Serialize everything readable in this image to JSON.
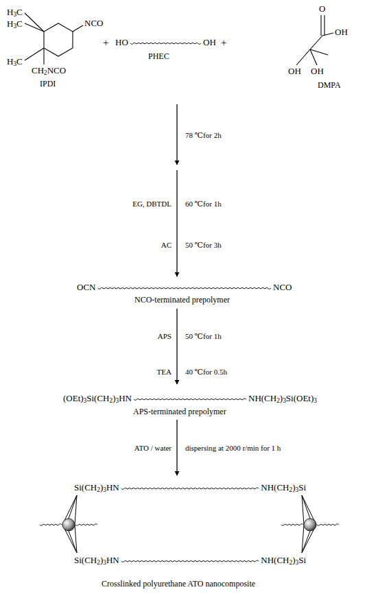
{
  "diagram": {
    "labels": [
      "H3C",
      "H3C",
      "NCO",
      "H3C",
      "CH2NCO",
      "IPDI",
      "+",
      "HO",
      "OH",
      "PHEC",
      "+",
      "O",
      "OH",
      "OH",
      "OH",
      "DMPA",
      "78 ℃for 2h",
      "EG, DBTDL",
      "60 ℃for 1h",
      "AC",
      "50 ℃for 3h",
      "OCN",
      "NCO",
      "NCO-terminated prepolymer",
      "APS",
      "50 ℃for 1h",
      "TEA",
      "40 ℃for 0.5h",
      "(OEt)3Si(CH2)3HN",
      "NH(CH2)3Si(OEt)3",
      "APS-terminated prepolymer",
      "ATO / water",
      "dispersing at 2000 r/min for 1 h",
      "Si(CH2)3HN",
      "NH(CH2)3Si",
      "Si(CH2)3HN",
      "NH(CH2)3Si",
      "Crosslinked polyurethane ATO nanocomposite"
    ]
  }
}
